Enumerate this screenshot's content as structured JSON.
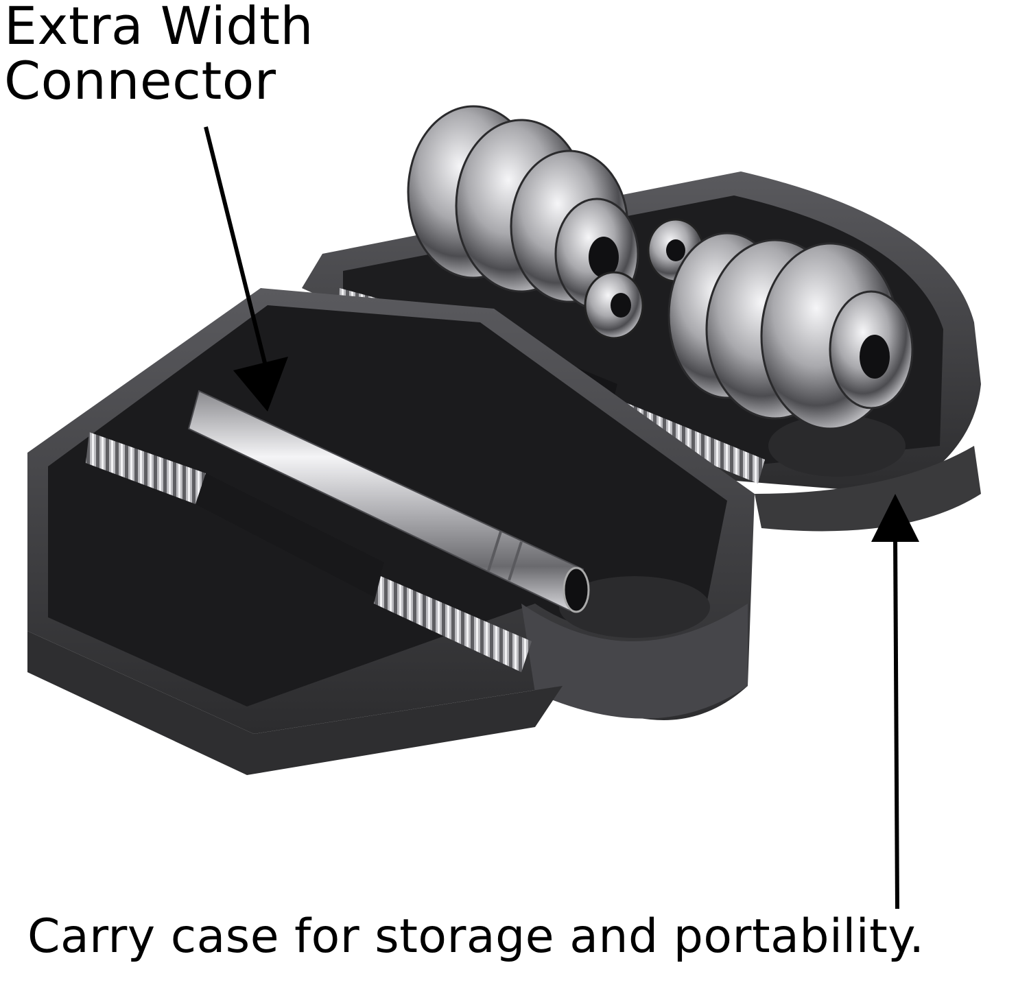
{
  "callouts": {
    "connector_line1": "Extra Width",
    "connector_line2": "Connector",
    "case": "Carry case for storage and portability."
  },
  "colors": {
    "background": "#ffffff",
    "text": "#000000",
    "case_plastic": "#3a3a3c",
    "case_interior": "#1c1c1e",
    "chrome": "#c9c9cc"
  },
  "icons": {
    "connector_pointer": "arrow-down-right-icon",
    "case_pointer": "arrow-up-icon"
  }
}
